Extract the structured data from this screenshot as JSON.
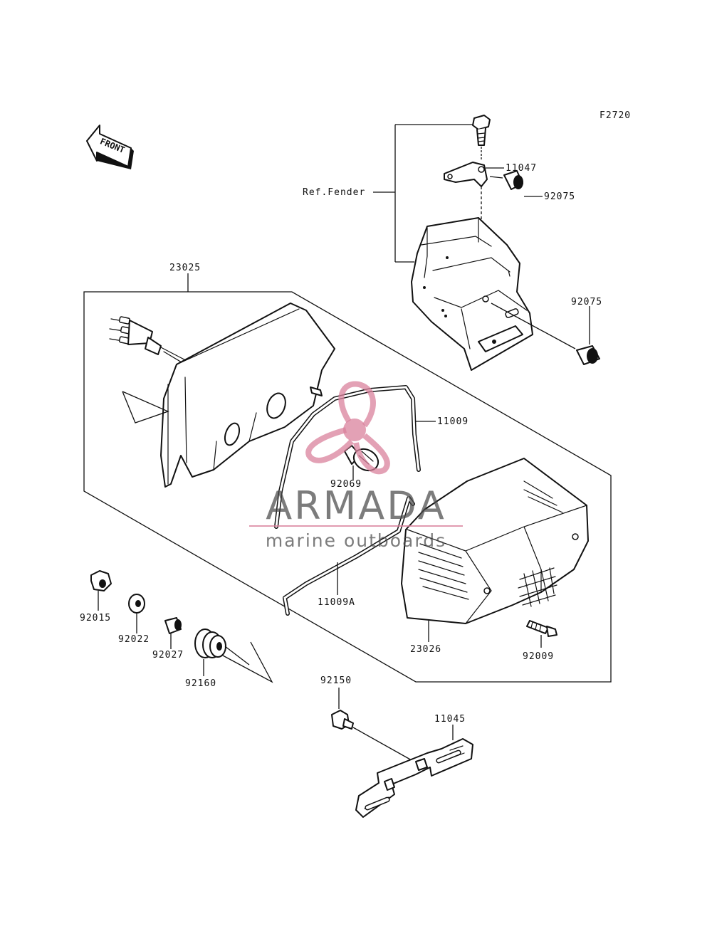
{
  "figure_code": "F2720",
  "front_label": "FRONT",
  "ref_label": "Ref.Fender",
  "parts": {
    "p11047": "11047",
    "p92075_top": "92075",
    "p92075_mid": "92075",
    "p23025": "23025",
    "p11009": "11009",
    "p92069": "92069",
    "p11009A": "11009A",
    "p23026": "23026",
    "p92009": "92009",
    "p92015": "92015",
    "p92022": "92022",
    "p92027": "92027",
    "p92160": "92160",
    "p92150": "92150",
    "p11045": "11045"
  },
  "watermark": {
    "brand": "ARMADA",
    "tagline": "marine outboards",
    "color": "#d9829c"
  }
}
